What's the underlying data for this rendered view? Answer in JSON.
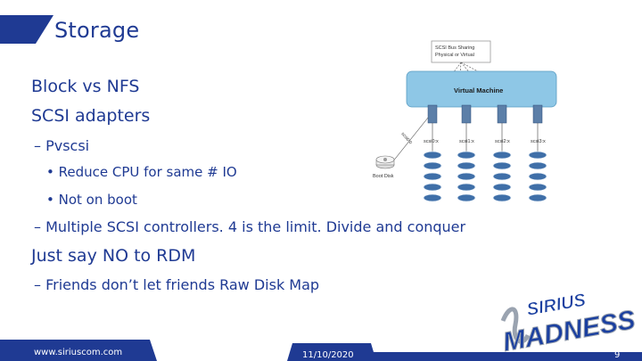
{
  "slide": {
    "title": "Storage",
    "bullets": [
      {
        "text": "Block vs NFS"
      },
      {
        "text": "SCSI adapters"
      },
      {
        "text": "– Pvscsi"
      },
      {
        "text": "• Reduce CPU for same # IO"
      },
      {
        "text": "• Not on boot"
      },
      {
        "text": "– Multiple SCSI controllers. 4 is the limit. Divide and conquer"
      },
      {
        "text": "Just say NO to RDM"
      },
      {
        "text": "– Friends don’t let friends Raw Disk Map"
      }
    ]
  },
  "diagram": {
    "bus_label_1": "SCSI Bus Sharing",
    "bus_label_2": "Physical or Virtual",
    "vm_label": "Virtual Machine",
    "ctrl0_label": "scsi0:x",
    "ctrl1_label": "scsi1:x",
    "ctrl2_label": "scsi2:x",
    "ctrl3_label": "scsi3:x",
    "boot_label": "Boot Disk",
    "boot_link_label": "scsi0:0"
  },
  "footer": {
    "website": "www.siriuscom.com",
    "date": "11/10/2020",
    "page": "9"
  },
  "logo": {
    "top_word": "SIRIUS",
    "bottom_word": "MADNESS"
  },
  "colors": {
    "brand_blue": "#1f3a93",
    "vm_box": "#8ec7e6",
    "controller": "#5c7fa8",
    "disk": "#3f6fa8",
    "logo_blue": "#1a3fa0",
    "logo_gray": "#9aa3b0"
  }
}
